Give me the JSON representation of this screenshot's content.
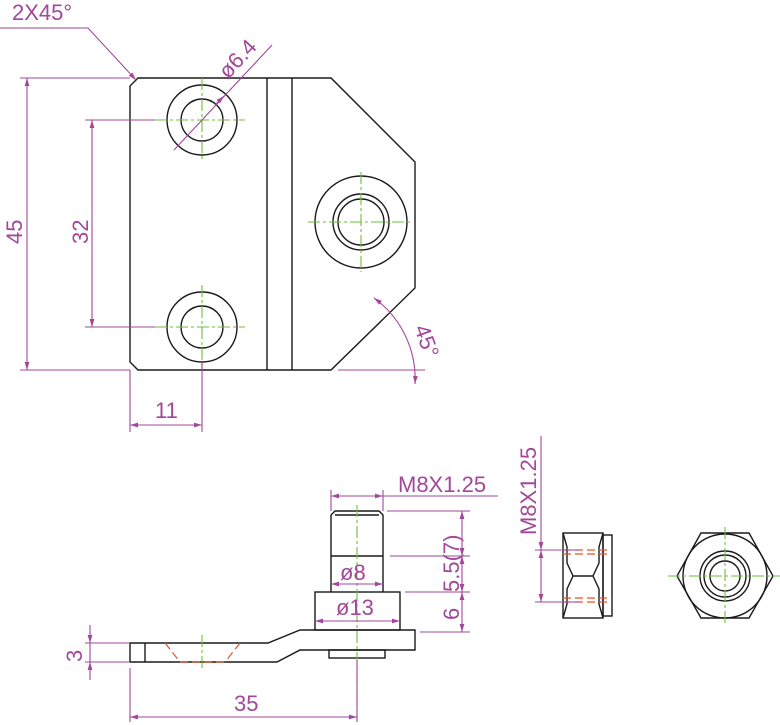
{
  "drawing": {
    "top_view": {
      "chamfer_note": "2X45°",
      "hole_diameter": "ø6.4",
      "overall_height": "45",
      "hole_spacing": "32",
      "hole_offset": "11",
      "angle": "45°"
    },
    "side_view": {
      "thread": "M8X1.25",
      "thread_length": "5.5(7)",
      "shaft_diameter": "ø8",
      "collar_diameter": "ø13",
      "collar_height": "6",
      "plate_thickness": "3",
      "length": "35"
    },
    "nut_view": {
      "thread": "M8X1.25"
    },
    "colors": {
      "outline": "#1a1a1a",
      "dimension": "#a2479a",
      "centerline": "#6cbf3a",
      "hidden": "#e0562a"
    }
  }
}
